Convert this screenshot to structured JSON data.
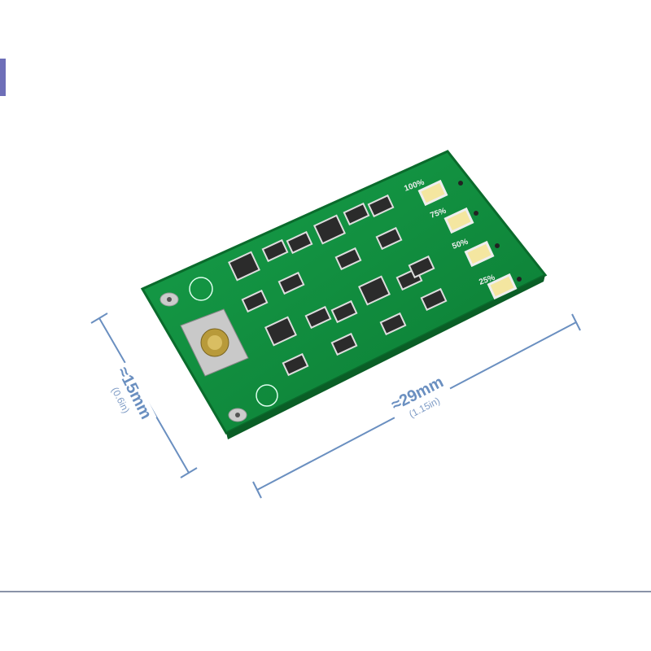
{
  "dimensions": {
    "width": {
      "main": "≈15mm",
      "sub": "(0.6in)"
    },
    "length": {
      "main": "≈29mm",
      "sub": "(1.15in)"
    }
  },
  "led_labels": [
    "100%",
    "75%",
    "50%",
    "25%"
  ],
  "colors": {
    "pcb": "#0f8a3c",
    "dimension": "#6a8fc0",
    "led": "#f4e6a0"
  }
}
